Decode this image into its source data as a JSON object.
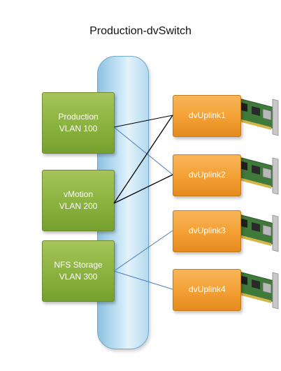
{
  "title": "Production-dvSwitch",
  "port_groups": [
    {
      "line1": "Production",
      "line2": "VLAN 100"
    },
    {
      "line1": "vMotion",
      "line2": "VLAN 200"
    },
    {
      "line1": "NFS Storage",
      "line2": "VLAN 300"
    }
  ],
  "uplinks": [
    "dvUplink1",
    "dvUplink2",
    "dvUplink3",
    "dvUplink4"
  ],
  "colors": {
    "port_group": "#8ab23e",
    "uplink": "#f39f33",
    "switch": "#b3d9ee",
    "active_link": "#000000",
    "standby_link": "#4a7ebb"
  },
  "icons": [
    "network-card-icon"
  ]
}
